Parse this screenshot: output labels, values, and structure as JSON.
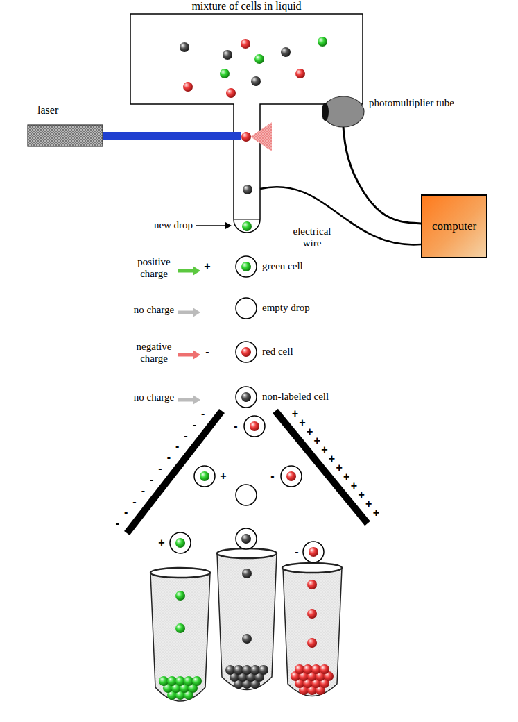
{
  "diagram": {
    "nodes": [
      {
        "text": [
          "mixture of cells in liquid"
        ]
      },
      {
        "text": [
          "laser"
        ]
      },
      {
        "text": [
          "photomultiplier tube"
        ]
      },
      {
        "text": [
          "computer"
        ]
      }
    ],
    "edges": [
      {
        "from": 2,
        "to": 3,
        "arrow": "none"
      }
    ],
    "labels": [
      "new drop",
      "electrical wire",
      "positive charge",
      "+",
      "green cell",
      "no charge",
      "empty drop",
      "negative charge",
      "-",
      "red cell",
      "no charge",
      "non-labeled cell",
      "-",
      "+",
      "-",
      "+",
      "-",
      "-",
      "-",
      "-",
      "-",
      "-",
      "-",
      "-",
      "-",
      "-",
      "-",
      "-",
      "+",
      "+",
      "+",
      "+",
      "+",
      "+",
      "+",
      "+",
      "+",
      "+",
      "+",
      "+"
    ]
  }
}
